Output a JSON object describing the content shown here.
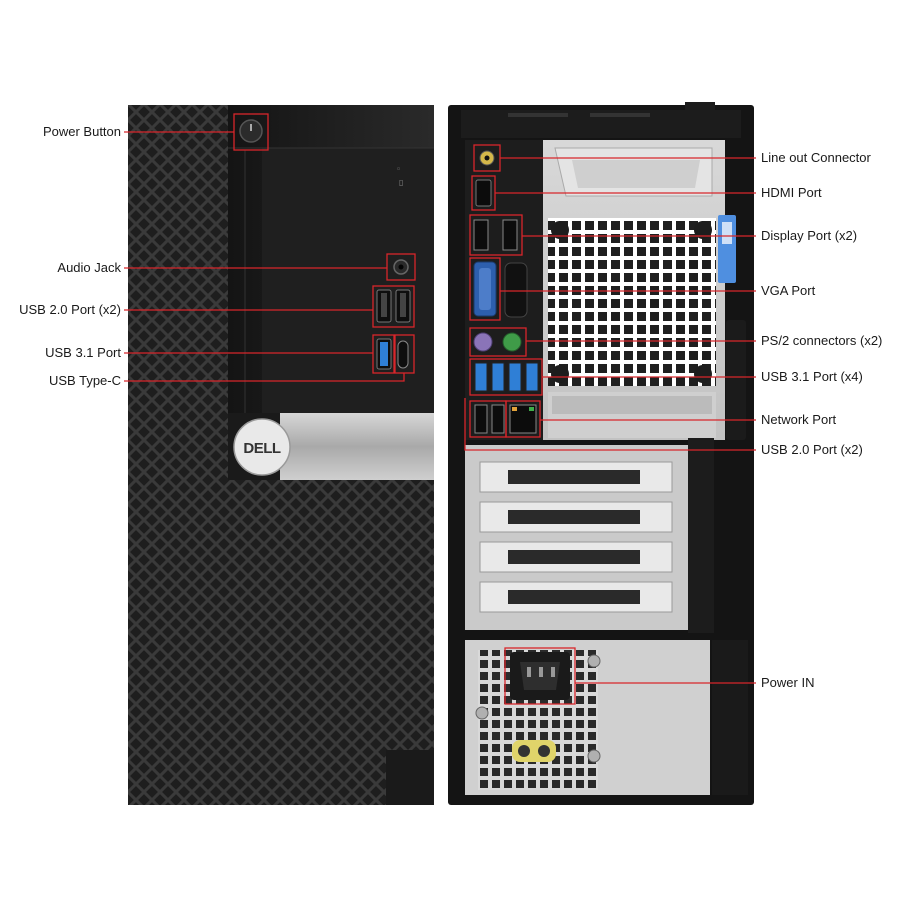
{
  "brand": {
    "logo_text": "DELL"
  },
  "callouts": {
    "left": [
      {
        "id": "power-button",
        "label": "Power Button"
      },
      {
        "id": "audio-jack",
        "label": "Audio Jack"
      },
      {
        "id": "usb20-front",
        "label": "USB 2.0 Port (x2)"
      },
      {
        "id": "usb31-front",
        "label": "USB 3.1 Port"
      },
      {
        "id": "usb-type-c",
        "label": "USB Type-C"
      }
    ],
    "right": [
      {
        "id": "line-out",
        "label": "Line out Connector"
      },
      {
        "id": "hdmi",
        "label": "HDMI Port"
      },
      {
        "id": "displayport",
        "label": "Display Port (x2)"
      },
      {
        "id": "vga",
        "label": "VGA Port"
      },
      {
        "id": "ps2",
        "label": "PS/2 connectors (x2)"
      },
      {
        "id": "usb31-rear",
        "label": "USB 3.1 Port (x4)"
      },
      {
        "id": "network",
        "label": "Network Port"
      },
      {
        "id": "usb20-rear",
        "label": "USB 2.0 Port (x2)"
      },
      {
        "id": "power-in",
        "label": "Power IN"
      }
    ]
  },
  "colors": {
    "callout_red": "#d8262b",
    "case_black": "#1b1b1b",
    "panel_silver": "#b9b9b9",
    "usb3_blue": "#2f7fd6",
    "ps2_purple": "#8a74b8",
    "ps2_green": "#3f9b48",
    "release_tab_blue": "#4f8fe0"
  }
}
